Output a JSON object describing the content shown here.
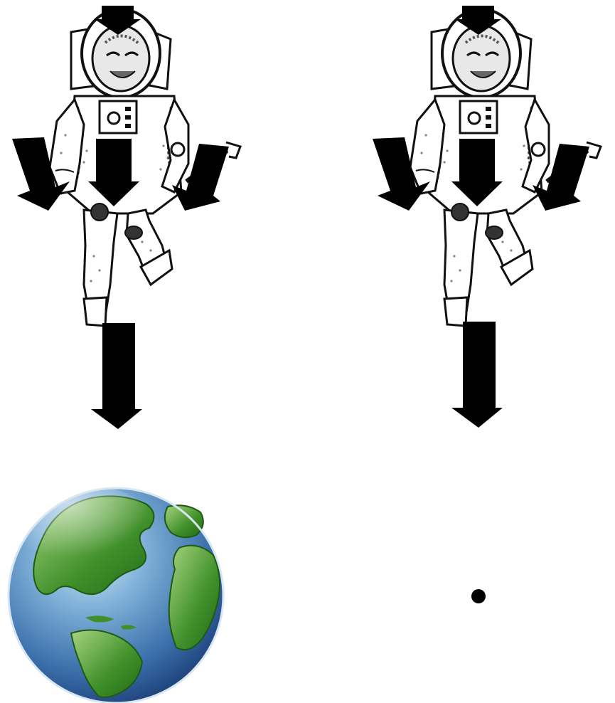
{
  "colors": {
    "background": "#ffffff",
    "arrow": "#000000",
    "ink": "#111111",
    "suit": "#ffffff",
    "ocean_light": "#b9dcf0",
    "ocean_mid": "#4f86bf",
    "ocean_dark": "#1f4f8f",
    "land_light": "#9fcf7a",
    "land_dark": "#2f7d1e",
    "point_mass": "#000000"
  },
  "panels": [
    {
      "id": "left",
      "figure": "astronaut-icon",
      "arrows": [
        "head-down",
        "left-hand-down",
        "torso-down",
        "right-hand-down",
        "below-feet-down"
      ],
      "attractor": "earth-globe-icon"
    },
    {
      "id": "right",
      "figure": "astronaut-icon",
      "arrows": [
        "head-down",
        "left-hand-down",
        "torso-down",
        "right-hand-down",
        "below-feet-down"
      ],
      "attractor": "point-mass-dot"
    }
  ]
}
